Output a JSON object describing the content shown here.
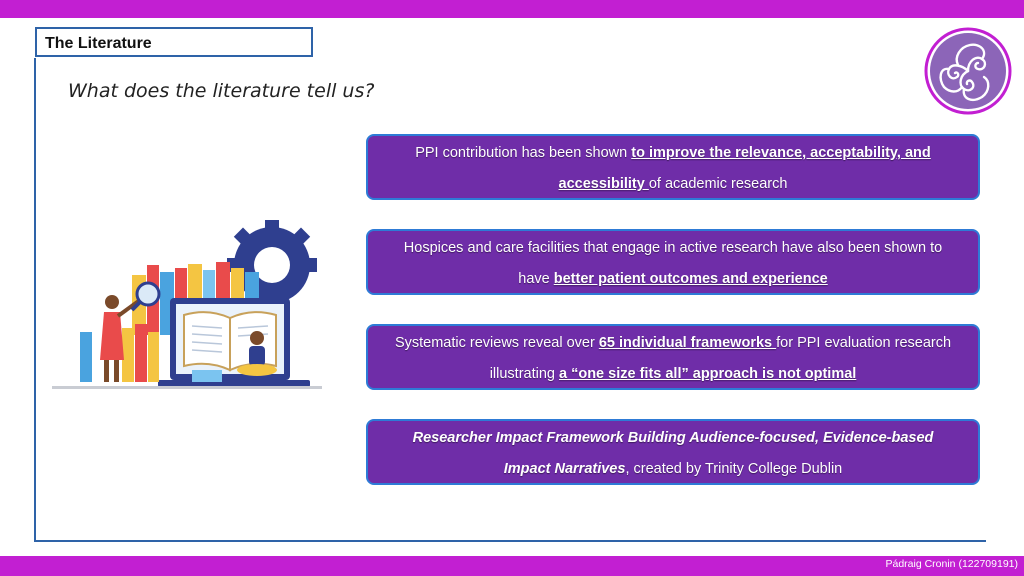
{
  "header": {
    "title": "The Literature"
  },
  "subtitle": "What does the literature tell us?",
  "footer": {
    "author": "Pádraig Cronin (122709191)"
  },
  "colors": {
    "banner": "#c21fd2",
    "card_fill": "#6f2da8",
    "card_border": "#2e7bd6",
    "frame": "#2e63a8"
  },
  "logo": {
    "icon": "triskele-spiral-icon"
  },
  "illustration": {
    "icon": "library-research-illustration"
  },
  "cards": [
    {
      "line1_pre": "PPI contribution has been shown ",
      "line1_em": "to improve the relevance, acceptability, and",
      "line2_em": "accessibility ",
      "line2_post": "of academic research"
    },
    {
      "line1_pre": "Hospices and care facilities that engage in active research have also been shown to",
      "line2_pre": "have ",
      "line2_em": "better patient outcomes and experience"
    },
    {
      "line1_pre": "Systematic reviews reveal over ",
      "line1_em": "65 individual frameworks ",
      "line1_post": "for PPI evaluation research",
      "line2_pre": "illustrating ",
      "line2_em": "a “one size fits all” approach is not optimal"
    },
    {
      "line1_em": "Researcher Impact Framework Building Audience-focused, Evidence-based",
      "line2_em": "Impact Narratives",
      "line2_post": ", created by Trinity College Dublin"
    }
  ]
}
